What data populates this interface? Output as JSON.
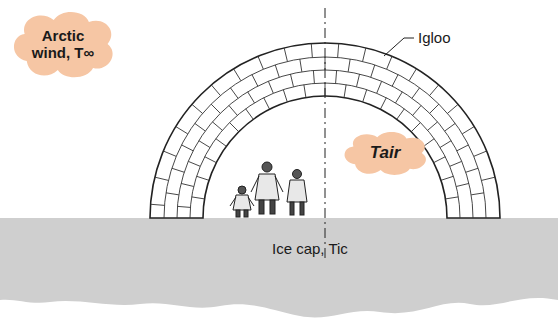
{
  "diagram": {
    "nodes": [
      {
        "text": [
          "Arctic wind, T∞"
        ]
      },
      {
        "text": [
          "Tair"
        ]
      }
    ],
    "labels": [
      "Igloo",
      "Ice cap, Tic"
    ]
  }
}
